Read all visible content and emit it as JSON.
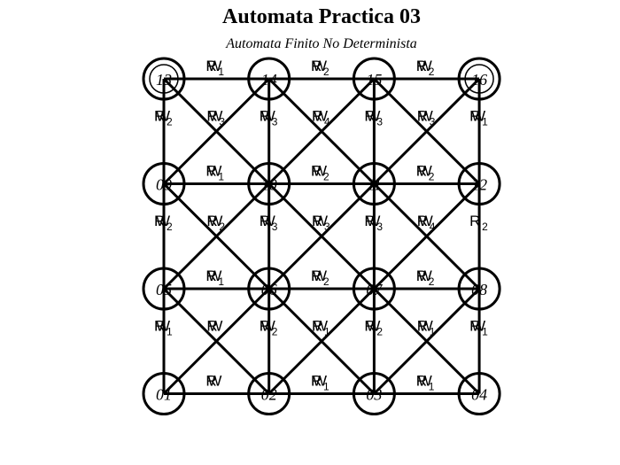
{
  "title": "Automata Practica 03",
  "subtitle": "Automata Finito No Determinista",
  "diagram": {
    "grid_rows": [
      [
        "13",
        "14",
        "15",
        "16"
      ],
      [
        "09",
        "10",
        "11",
        "12"
      ],
      [
        "05",
        "06",
        "07",
        "08"
      ],
      [
        "01",
        "02",
        "03",
        "04"
      ]
    ],
    "start_states": [
      "13"
    ],
    "final_states": [
      "13",
      "16"
    ],
    "labels": [
      {
        "id": "h13-14",
        "a": "R",
        "b": "W",
        "sub": "1"
      },
      {
        "id": "h14-15",
        "a": "R",
        "b": "W",
        "sub": "2"
      },
      {
        "id": "h15-16",
        "a": "R",
        "b": "W",
        "sub": "2"
      },
      {
        "id": "h09-10",
        "a": "R",
        "b": "W",
        "sub": "1"
      },
      {
        "id": "h10-11",
        "a": "R",
        "b": "W",
        "sub": "2"
      },
      {
        "id": "h11-12",
        "a": "R",
        "b": "W",
        "sub": "2"
      },
      {
        "id": "h05-06",
        "a": "R",
        "b": "W",
        "sub": "1"
      },
      {
        "id": "h06-07",
        "a": "R",
        "b": "W",
        "sub": "2"
      },
      {
        "id": "h07-08",
        "a": "R",
        "b": "W",
        "sub": "2"
      },
      {
        "id": "h01-02",
        "a": "R",
        "b": "W",
        "sub": ""
      },
      {
        "id": "h02-03",
        "a": "R",
        "b": "W",
        "sub": "1"
      },
      {
        "id": "h03-04",
        "a": "R",
        "b": "W",
        "sub": "1"
      },
      {
        "id": "v13-09",
        "a": "R",
        "b": "W",
        "sub": "2"
      },
      {
        "id": "v14-10",
        "a": "R",
        "b": "W",
        "sub": "3"
      },
      {
        "id": "v15-11",
        "a": "R",
        "b": "W",
        "sub": "3"
      },
      {
        "id": "v16-12",
        "a": "R",
        "b": "W",
        "sub": "1"
      },
      {
        "id": "v09-05",
        "a": "R",
        "b": "W",
        "sub": "2"
      },
      {
        "id": "v10-06",
        "a": "R",
        "b": "W",
        "sub": "3"
      },
      {
        "id": "v11-07",
        "a": "R",
        "b": "W",
        "sub": "3"
      },
      {
        "id": "v12-08",
        "a": "R",
        "b": "",
        "sub": "2"
      },
      {
        "id": "v05-01",
        "a": "R",
        "b": "W",
        "sub": "1"
      },
      {
        "id": "v06-02",
        "a": "R",
        "b": "W",
        "sub": "2"
      },
      {
        "id": "v07-03",
        "a": "R",
        "b": "W",
        "sub": "2"
      },
      {
        "id": "v08-04",
        "a": "R",
        "b": "W",
        "sub": "1"
      },
      {
        "id": "x13-10",
        "a": "R",
        "b": "W",
        "sub": "3"
      },
      {
        "id": "x14-11",
        "a": "R",
        "b": "W",
        "sub": "4"
      },
      {
        "id": "x15-12",
        "a": "R",
        "b": "W",
        "sub": "3"
      },
      {
        "id": "x09-06",
        "a": "R",
        "b": "W",
        "sub": "2"
      },
      {
        "id": "x10-07",
        "a": "R",
        "b": "W",
        "sub": "3"
      },
      {
        "id": "x11-08",
        "a": "R",
        "b": "W",
        "sub": "4"
      },
      {
        "id": "x05-02",
        "a": "R",
        "b": "W",
        "sub": ""
      },
      {
        "id": "x06-03",
        "a": "R",
        "b": "W",
        "sub": "1"
      },
      {
        "id": "x07-04",
        "a": "R",
        "b": "W",
        "sub": "1"
      }
    ]
  }
}
